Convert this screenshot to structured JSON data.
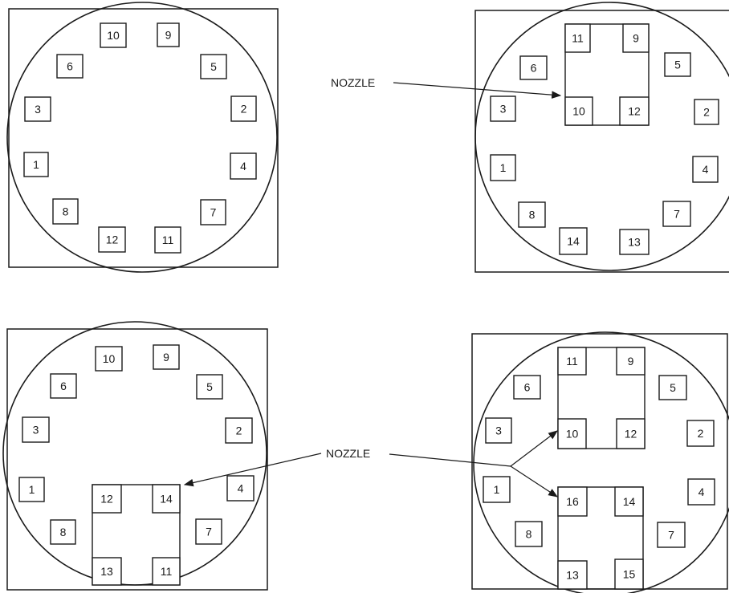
{
  "callouts": {
    "nozzle_top": "NOZZLE",
    "nozzle_bottom": "NOZZLE"
  },
  "panels": {
    "p1": {
      "labels": [
        "10",
        "9",
        "6",
        "5",
        "3",
        "2",
        "1",
        "4",
        "8",
        "7",
        "12",
        "11"
      ]
    },
    "p2": {
      "labels": [
        "6",
        "5",
        "3",
        "2",
        "1",
        "4",
        "8",
        "7",
        "14",
        "13"
      ],
      "nozzle_labels": [
        "11",
        "9",
        "10",
        "12"
      ]
    },
    "p3": {
      "labels": [
        "10",
        "9",
        "6",
        "5",
        "3",
        "2",
        "1",
        "4",
        "8",
        "7"
      ],
      "nozzle_labels": [
        "12",
        "14",
        "13",
        "11"
      ]
    },
    "p4": {
      "labels": [
        "6",
        "5",
        "3",
        "2",
        "1",
        "4",
        "8",
        "7"
      ],
      "nozzle_top_labels": [
        "11",
        "9",
        "10",
        "12"
      ],
      "nozzle_bottom_labels": [
        "16",
        "14",
        "13",
        "15"
      ]
    }
  }
}
